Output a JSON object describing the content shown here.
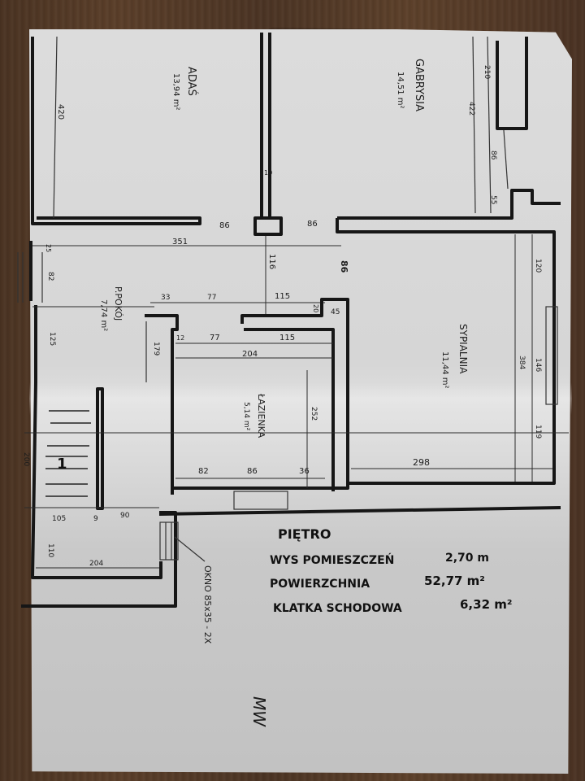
{
  "rooms": [
    {
      "name": "ADAŚ",
      "area": "13,94 m²"
    },
    {
      "name": "GABRYSIA",
      "area": "14,51 m²"
    },
    {
      "name": "P.POKÓJ",
      "area": "7,74 m²"
    },
    {
      "name": "ŁAZIENKA",
      "area": "5,14 m²"
    },
    {
      "name": "SYPIALNIA",
      "area": "11,44 m²"
    }
  ],
  "dimensions": {
    "adas_height": "420",
    "gabrysia_height": "422",
    "gabrysia_window_top": "210",
    "gabrysia_window_mid": "86",
    "gabrysia_window_bot": "55",
    "door_left": "86",
    "door_right": "86",
    "wall_10": "10",
    "corridor_width": "351",
    "corridor_116": "116",
    "corridor_86": "86",
    "pokoj_25": "25",
    "pokoj_82": "82",
    "pokoj_125": "125",
    "pokoj_179": "179",
    "hall_33": "33",
    "hall_77": "77",
    "hall_115": "115",
    "hall_20": "20",
    "hall_45": "45",
    "bath_12": "12",
    "bath_77": "77",
    "bath_115": "115",
    "bath_204": "204",
    "bath_252": "252",
    "bath_82": "82",
    "bath_86": "86",
    "bath_36": "36",
    "bed_120": "120",
    "bed_384": "384",
    "bed_146": "146",
    "bed_119": "119",
    "bed_298": "298",
    "stair_200": "200",
    "stair_105": "105",
    "stair_9": "9",
    "stair_90": "90",
    "stair_110": "110",
    "stair_204": "204",
    "stair_number": "1"
  },
  "notes": {
    "window_note": "OKNO 85x35 - 2X",
    "signature": "MW"
  },
  "summary": {
    "title": "PIĘTRO",
    "height_label": "WYS POMIESZCZEŃ",
    "height_value": "2,70 m",
    "area_label": "POWIERZCHNIA",
    "area_value": "52,77 m²",
    "stair_label": "KLATKA SCHODOWA",
    "stair_value": "6,32 m²"
  }
}
